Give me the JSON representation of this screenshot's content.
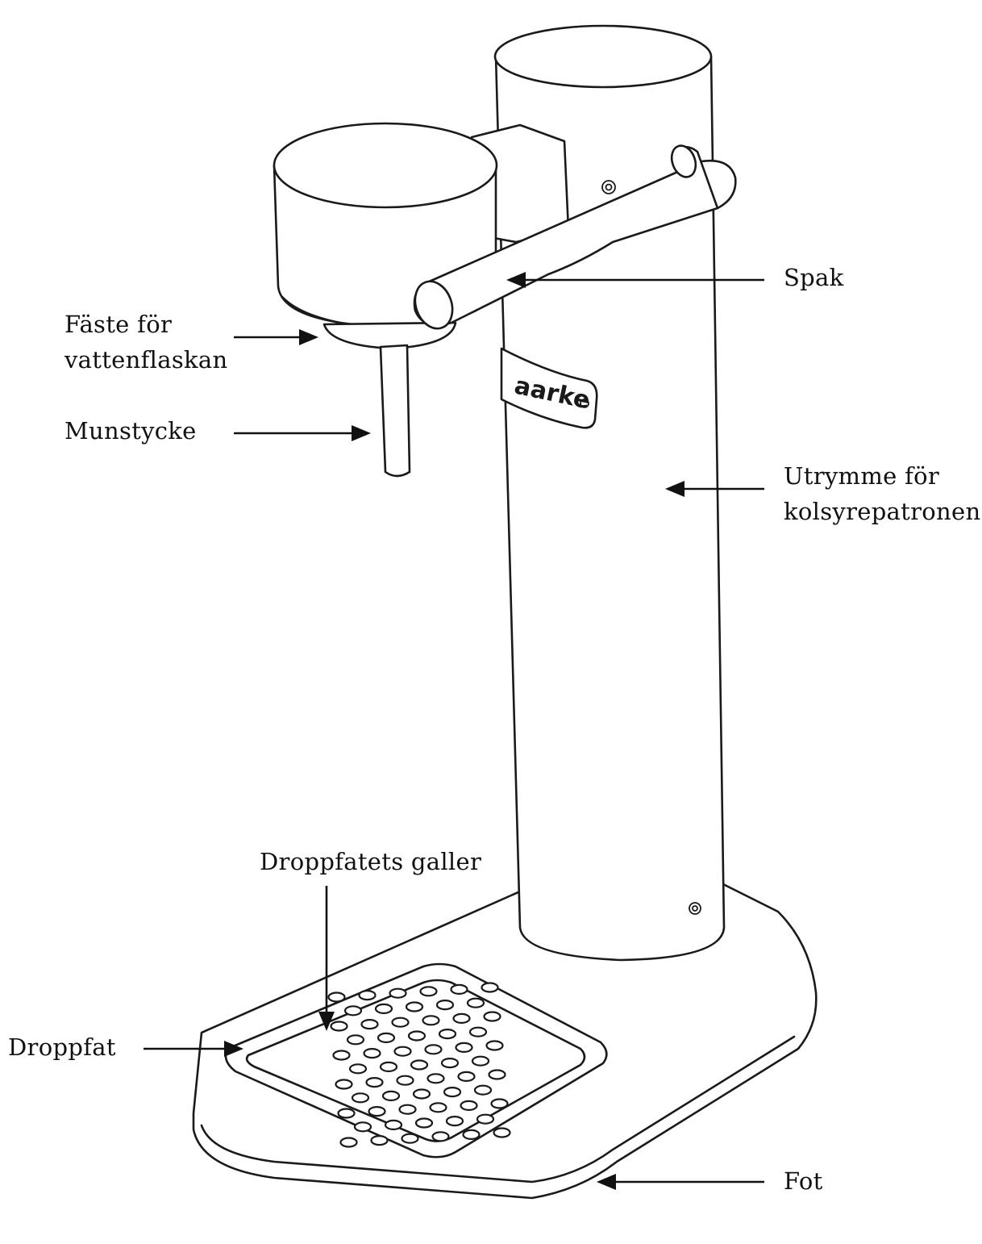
{
  "labels": {
    "spak": "Spak",
    "faste_line1": "Fäste för",
    "faste_line2": "vattenflaskan",
    "munstycke": "Munstycke",
    "utrymme_line1": "Utrymme för",
    "utrymme_line2": "kolsyrepatronen",
    "droppfatets_galler": "Droppfatets galler",
    "droppfat": "Droppfat",
    "fot": "Fot"
  },
  "logo_text": "aarke",
  "colors": {
    "line": "#1a1a1a",
    "background": "#ffffff",
    "text": "#111111"
  }
}
